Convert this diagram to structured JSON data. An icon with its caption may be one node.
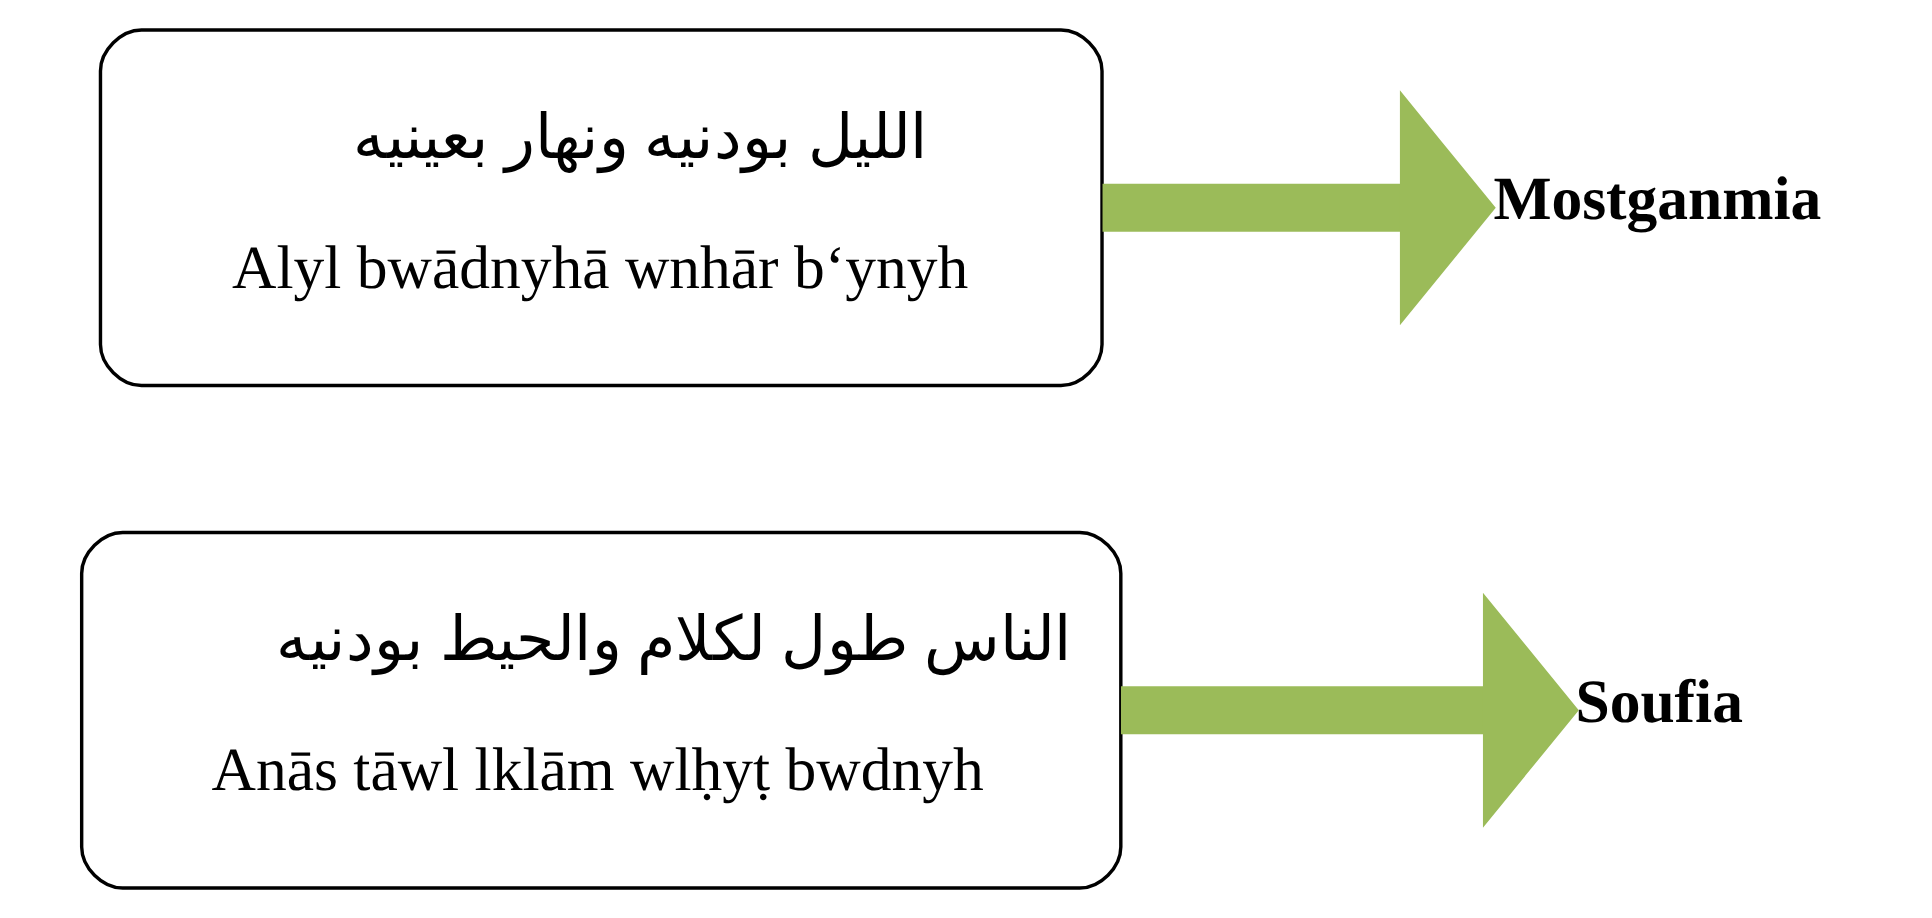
{
  "diagram": {
    "nodes": [
      {
        "text": [
          "الليل بودنيه ونهار بعينيه",
          "Alyl bwādnyhā wnhār b‘ynyh"
        ]
      },
      {
        "text": [
          "Mostganmia"
        ]
      },
      {
        "text": [
          "الناس طول لكلام والحيط بودنيه",
          "Anās tāwl lklām wlḥyṭ bwdnyh"
        ]
      },
      {
        "text": [
          "Soufia"
        ]
      }
    ],
    "edges": [
      {
        "from": 0,
        "to": 1,
        "arrow": "to"
      },
      {
        "from": 2,
        "to": 3,
        "arrow": "to"
      }
    ]
  }
}
